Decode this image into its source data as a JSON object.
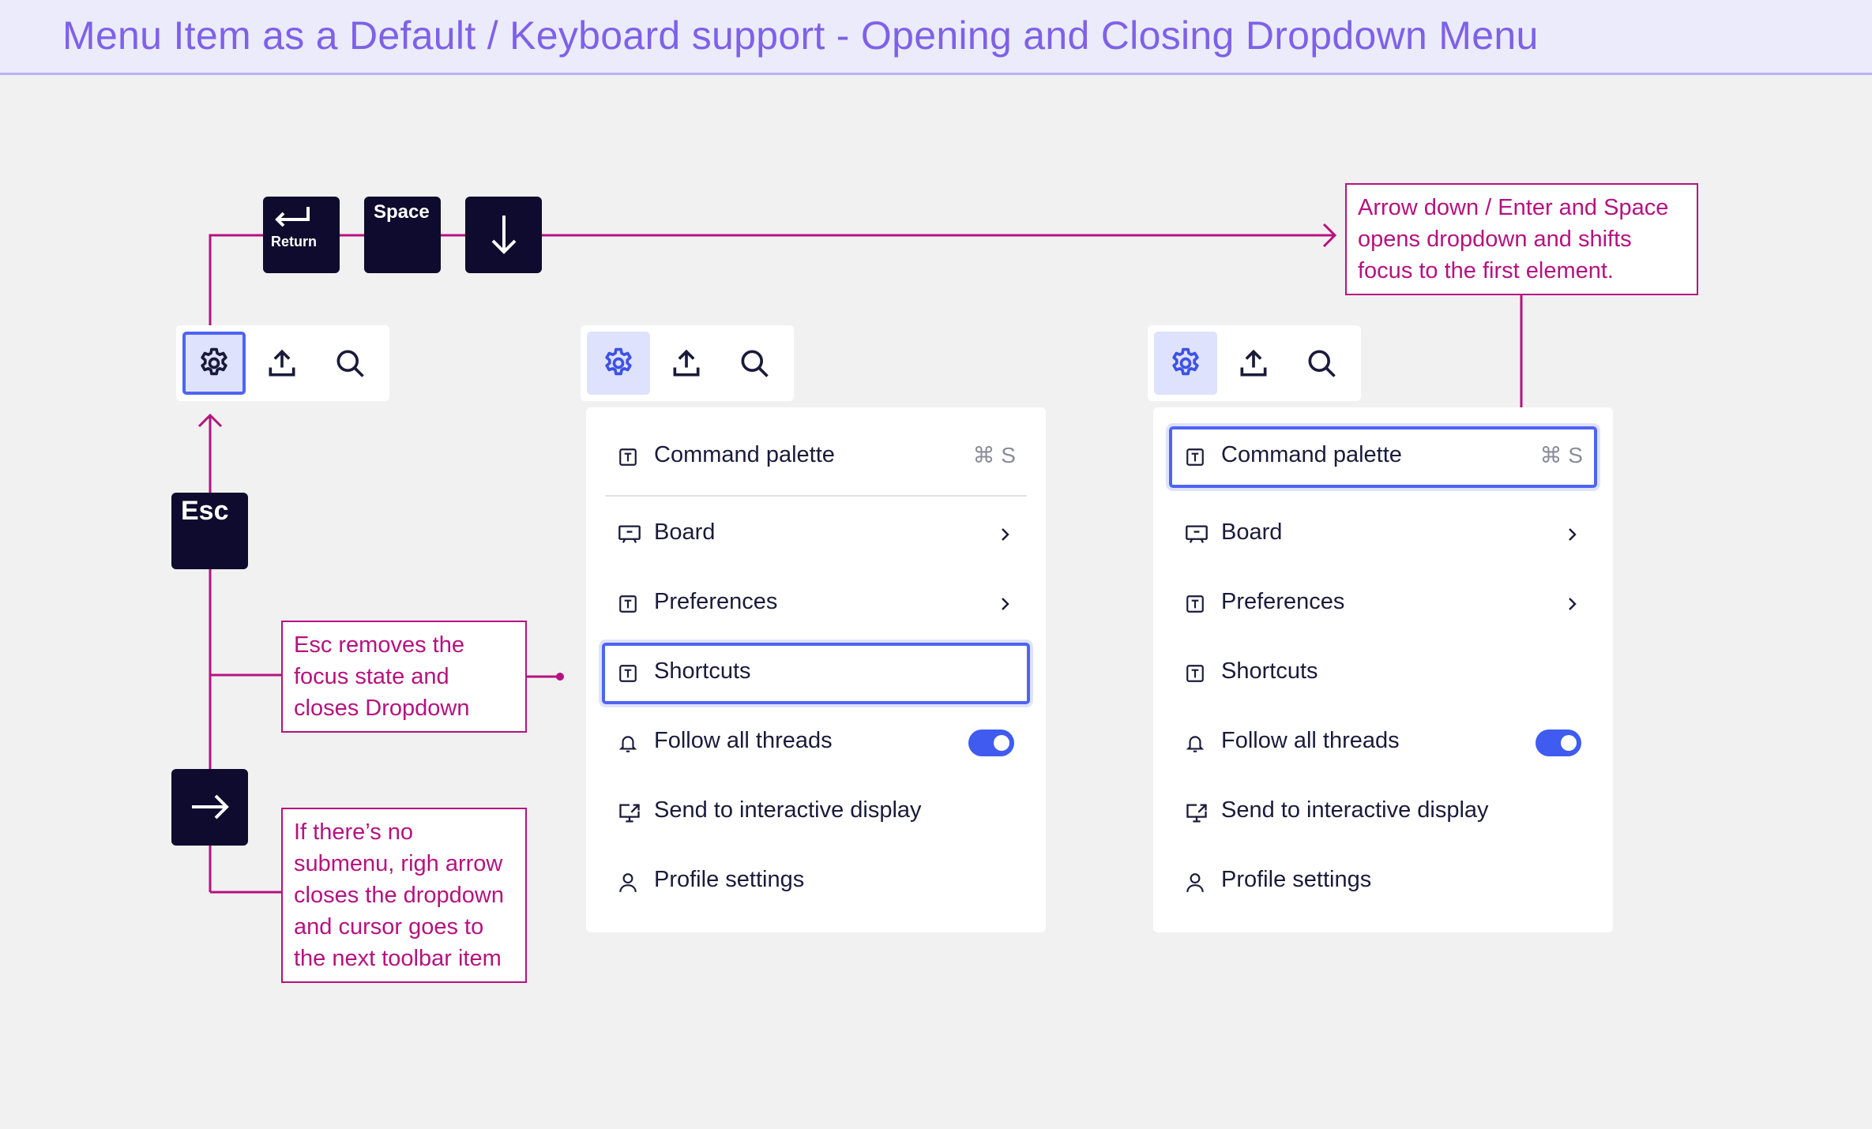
{
  "header": {
    "title": "Menu Item as a Default  /  Keyboard support - Opening and Closing Dropdown Menu"
  },
  "keys": {
    "return_label": "Return",
    "space_label": "Space",
    "esc_label": "Esc"
  },
  "toolbar": {
    "buttons": [
      "gear-icon",
      "upload-icon",
      "search-icon"
    ]
  },
  "menu": {
    "items": [
      {
        "label": "Command palette",
        "shortcut": "⌘ S",
        "icon": "text-box-icon"
      },
      {
        "label": "Board",
        "icon": "board-icon",
        "submenu": true
      },
      {
        "label": "Preferences",
        "icon": "text-box-icon",
        "submenu": true
      },
      {
        "label": "Shortcuts",
        "icon": "text-box-icon"
      },
      {
        "label": "Follow all threads",
        "icon": "bell-icon",
        "toggle": true
      },
      {
        "label": "Send to interactive display",
        "icon": "external-display-icon"
      },
      {
        "label": "Profile settings",
        "icon": "user-icon"
      }
    ],
    "follow_threads_on": true
  },
  "annotations": {
    "open": "Arrow down / Enter and Space opens dropdown and shifts focus to the first element.",
    "esc": "Esc removes the focus state and closes Dropdown",
    "right_arrow": "If there’s no submenu, righ arrow closes the dropdown and cursor goes to the next toolbar item"
  },
  "colors": {
    "accent": "#4e64f2",
    "annotation": "#b6127f",
    "title": "#7e61e8",
    "key": "#0f0b2e"
  }
}
